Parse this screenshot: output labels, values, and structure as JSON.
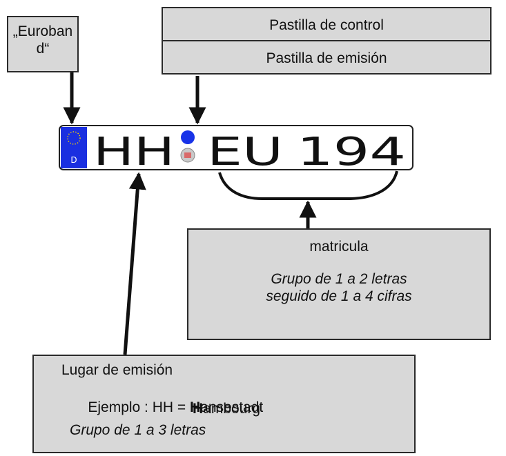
{
  "euroband_box": {
    "line1": "„Euroban",
    "line2": "d“"
  },
  "control_box": {
    "label": "Pastilla de control"
  },
  "emission_box": {
    "label": "Pastilla de emisión"
  },
  "plate": {
    "country_code": "D",
    "city": "HH",
    "series": "EU",
    "number": "194",
    "colors": {
      "band": "#1a2fe0",
      "stars": "#f6d200",
      "control_dot": "#1833e8",
      "plate_bg": "#ffffff",
      "text": "#111111"
    }
  },
  "matricula_box": {
    "title": "matricula",
    "line1": "Grupo de 1 a 2 letras",
    "line2": "seguido de  1 a 4 cifras"
  },
  "lugar_box": {
    "title": "Lugar de emisión",
    "example_prefix": "Ejemplo : HH = ",
    "word1_initial": "H",
    "word1_rest": "ansestadt",
    "word2_initial": "H",
    "word2_rest": "ambourg",
    "note": "Grupo de 1 a 3 letras"
  }
}
